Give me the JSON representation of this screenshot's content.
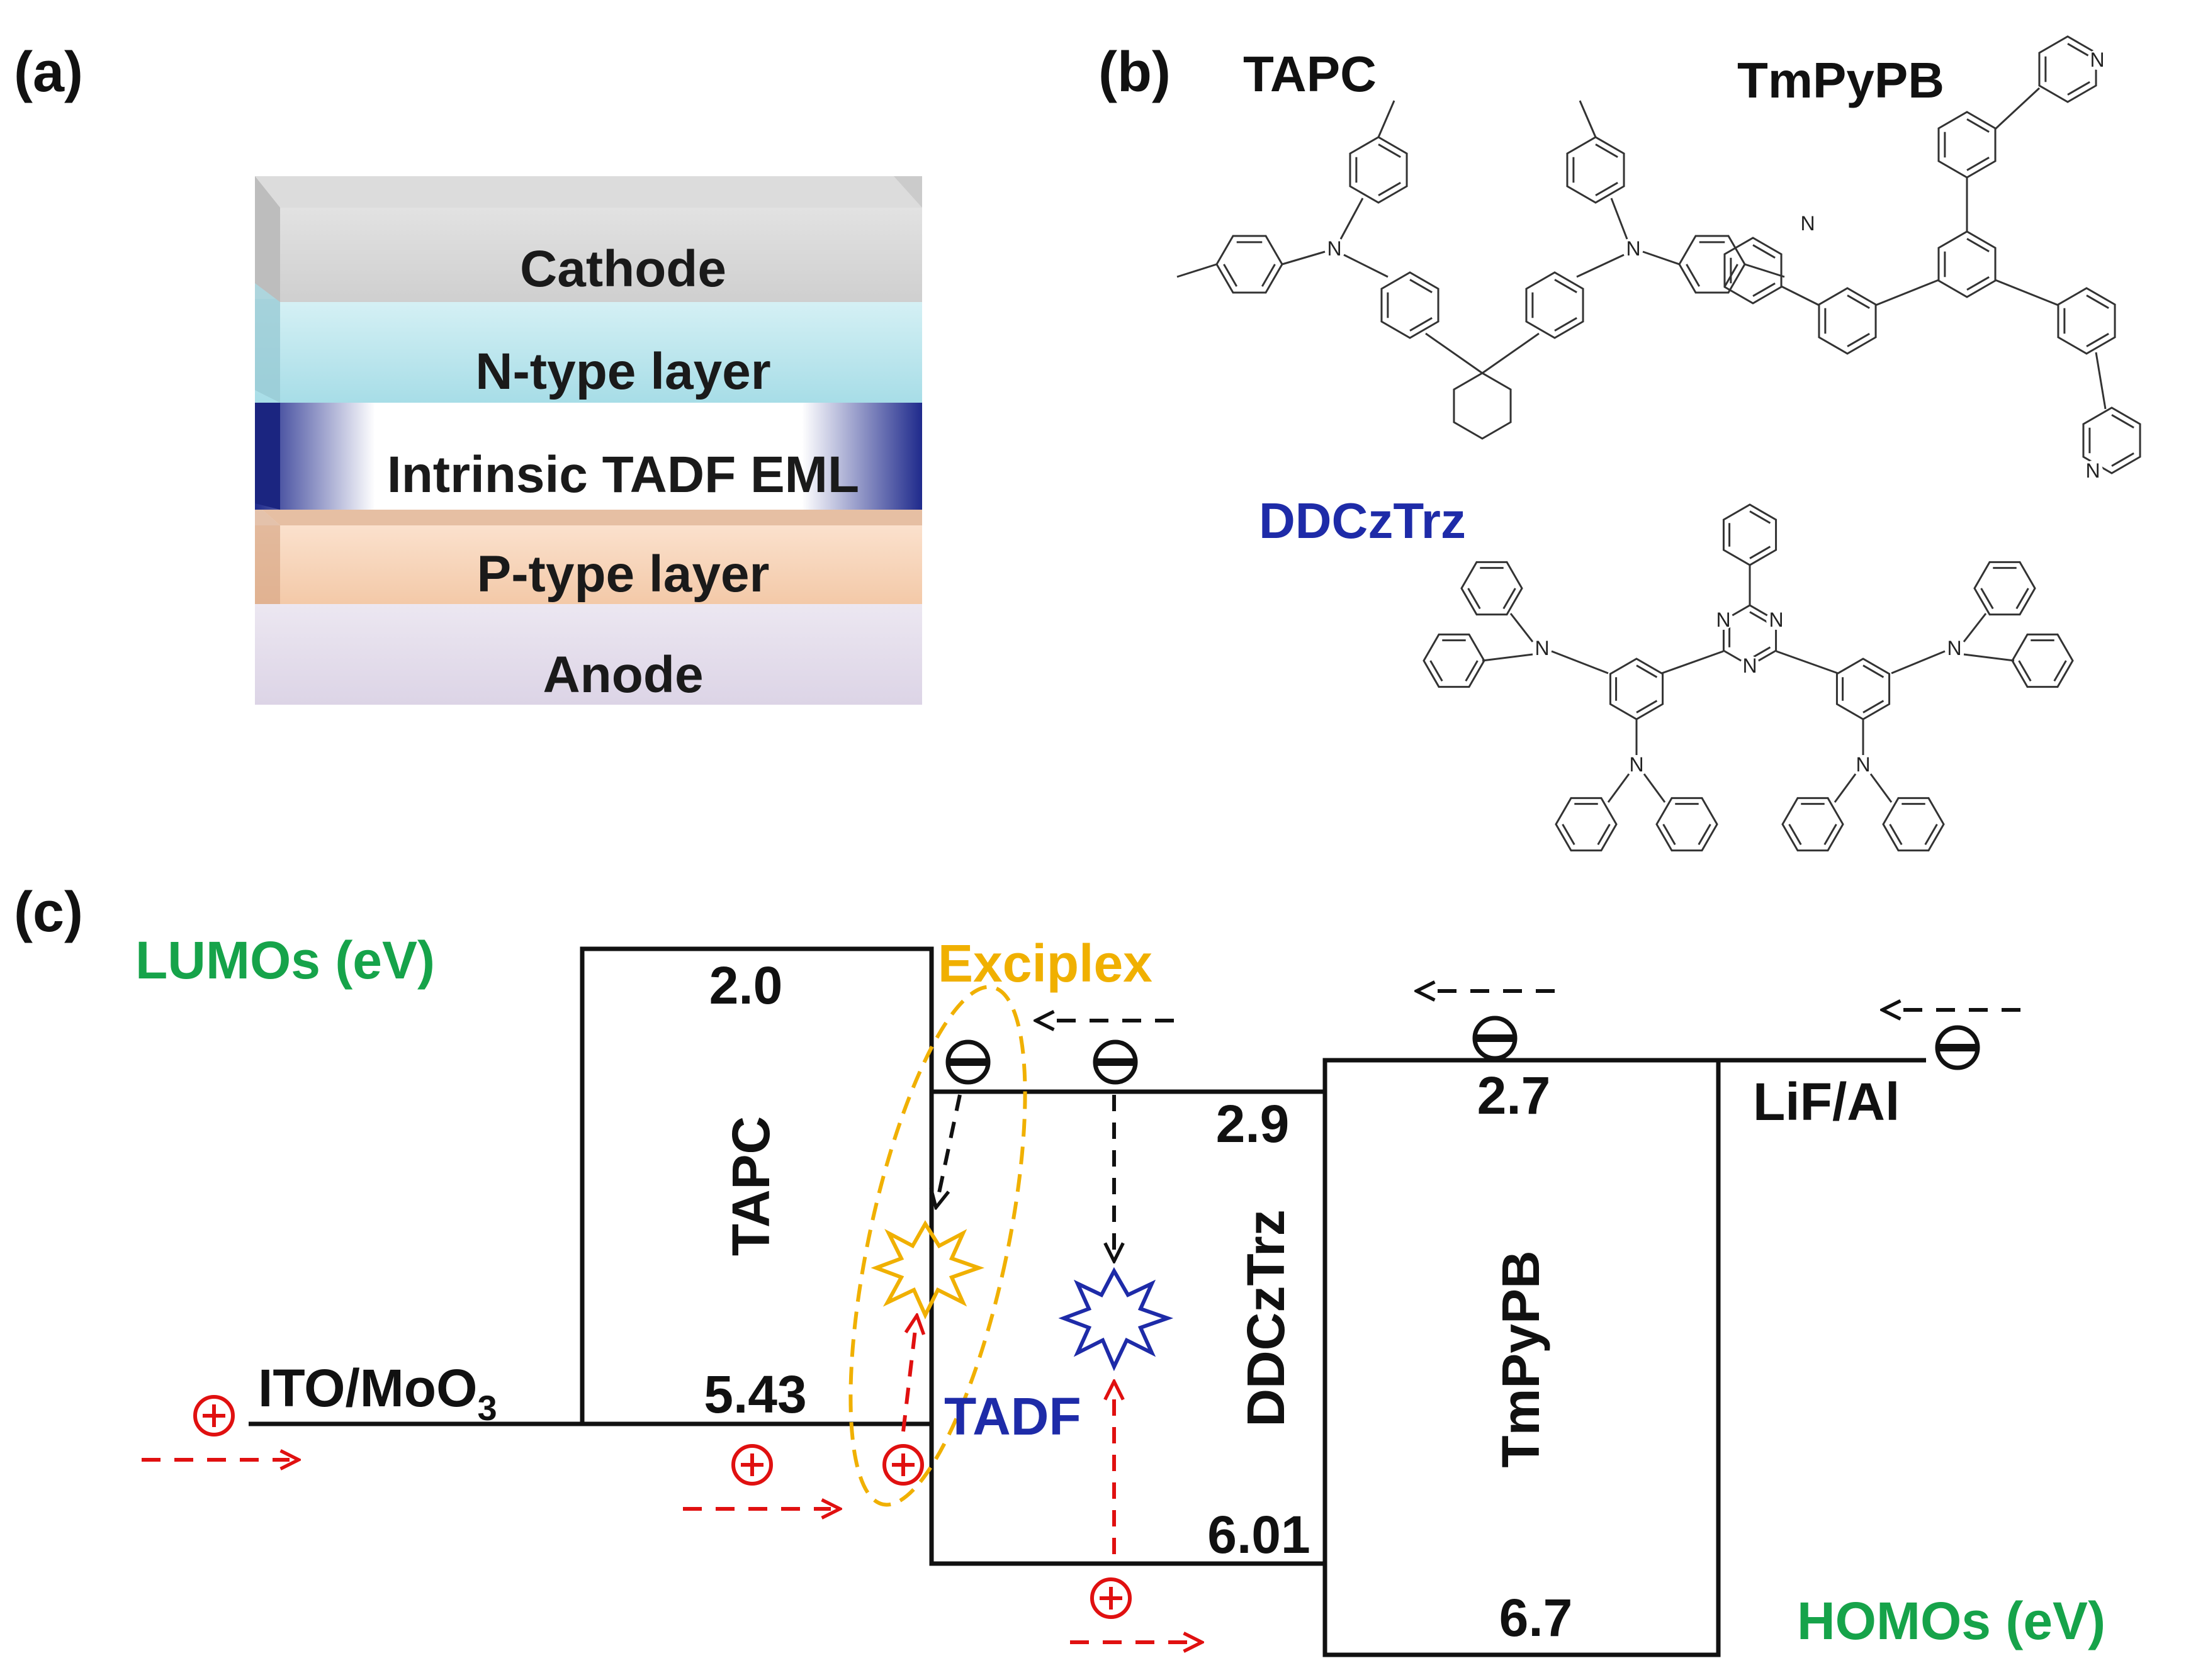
{
  "panels": {
    "a": "(a)",
    "b": "(b)",
    "c": "(c)"
  },
  "stack": {
    "layers": [
      {
        "label": "Cathode"
      },
      {
        "label": "N-type layer"
      },
      {
        "label": "Intrinsic TADF EML"
      },
      {
        "label": "P-type layer"
      },
      {
        "label": "Anode"
      }
    ]
  },
  "molecules": {
    "tapc": "TAPC",
    "tmpypb": "TmPyPB",
    "ddcztrz": "DDCzTrz",
    "atom_n": "N"
  },
  "energy_diagram": {
    "lumo_note": "LUMOs (eV)",
    "homo_note": "HOMOs (eV)",
    "exciplex_label": "Exciplex",
    "tadf_label": "TADF",
    "materials": {
      "ito": "ITO/MoO",
      "ito_sub": "3",
      "tapc": "TAPC",
      "ddcztrz": "DDCzTrz",
      "tmpypb": "TmPyPB",
      "lif": "LiF/Al"
    },
    "levels": {
      "tapc_lumo": "2.0",
      "tapc_homo": "5.43",
      "ddcztrz_lumo": "2.9",
      "ddcztrz_homo": "6.01",
      "tmpypb_lumo": "2.7",
      "tmpypb_homo": "6.7"
    }
  },
  "colors": {
    "accent_green": "#16a34a",
    "exciplex_orange": "#f0b000",
    "tadf_blue": "#1e2ba8",
    "carrier_red": "#e01010",
    "ddcztrz_name_blue": "#1e2ba8",
    "cathode": "#d9d9d9",
    "n_type": "#b8e6ee",
    "eml": "#1f2a8c",
    "p_type": "#f7d3b8",
    "anode": "#e3dcea"
  }
}
